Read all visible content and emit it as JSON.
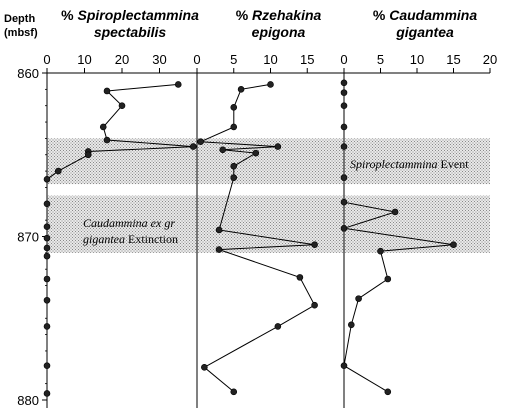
{
  "chart_data": {
    "type": "scatter",
    "y_axis": {
      "label_line1": "Depth",
      "label_line2": "(mbsf)",
      "ticks": [
        "860",
        "870",
        "880"
      ],
      "range": [
        860,
        880
      ]
    },
    "panels": [
      {
        "title_prefix": "% ",
        "title_italic": "Spiroplectammina",
        "title_line2": "spectabilis",
        "xlim": [
          0,
          40
        ],
        "xticks": [
          "0",
          "10",
          "20",
          "30"
        ],
        "points": [
          {
            "x": 35,
            "y": 860.7
          },
          {
            "x": 16,
            "y": 861.1
          },
          {
            "x": 20,
            "y": 862.0
          },
          {
            "x": 15,
            "y": 863.3
          },
          {
            "x": 16,
            "y": 864.1
          },
          {
            "x": 39,
            "y": 864.5
          },
          {
            "x": 11,
            "y": 864.8
          },
          {
            "x": 11,
            "y": 865.0
          },
          {
            "x": 3,
            "y": 866.0
          },
          {
            "x": 0,
            "y": 866.5
          },
          {
            "x": 0,
            "y": 868.0
          },
          {
            "x": 0,
            "y": 869.4
          },
          {
            "x": 0,
            "y": 870.1
          },
          {
            "x": 0,
            "y": 870.7
          },
          {
            "x": 0,
            "y": 871.2
          },
          {
            "x": 0,
            "y": 872.6
          },
          {
            "x": 0,
            "y": 873.9
          },
          {
            "x": 0,
            "y": 875.5
          },
          {
            "x": 0,
            "y": 877.9
          },
          {
            "x": 0,
            "y": 879.6
          }
        ]
      },
      {
        "title_prefix": "% ",
        "title_italic": "Rzehakina",
        "title_line2": "epigona",
        "xlim": [
          0,
          20
        ],
        "xticks": [
          "0",
          "5",
          "10",
          "15"
        ],
        "points": [
          {
            "x": 10,
            "y": 860.7
          },
          {
            "x": 6,
            "y": 861.0
          },
          {
            "x": 5,
            "y": 862.1
          },
          {
            "x": 5,
            "y": 863.3
          },
          {
            "x": 0.5,
            "y": 864.2
          },
          {
            "x": 11,
            "y": 864.5
          },
          {
            "x": 3.5,
            "y": 864.7
          },
          {
            "x": 8,
            "y": 864.9
          },
          {
            "x": 5,
            "y": 865.7
          },
          {
            "x": 5,
            "y": 866.4
          },
          {
            "x": 3,
            "y": 869.6
          },
          {
            "x": 16,
            "y": 870.5
          },
          {
            "x": 3,
            "y": 870.8
          },
          {
            "x": 14,
            "y": 872.5
          },
          {
            "x": 16,
            "y": 874.2
          },
          {
            "x": 11,
            "y": 875.5
          },
          {
            "x": 1,
            "y": 878.0
          },
          {
            "x": 5,
            "y": 879.5
          }
        ]
      },
      {
        "title_prefix": "% ",
        "title_italic": "Caudammina",
        "title_line2": "gigantea",
        "xlim": [
          0,
          20
        ],
        "xticks": [
          "0",
          "5",
          "10",
          "15",
          "20"
        ],
        "points": [
          {
            "x": 0,
            "y": 860.6
          },
          {
            "x": 0,
            "y": 861.2
          },
          {
            "x": 0,
            "y": 862.0
          },
          {
            "x": 0,
            "y": 863.3
          },
          {
            "x": 0,
            "y": 864.5
          },
          {
            "x": 0,
            "y": 866.4
          },
          {
            "x": 0,
            "y": 867.9
          },
          {
            "x": 7,
            "y": 868.5
          },
          {
            "x": 0,
            "y": 869.5
          },
          {
            "x": 15,
            "y": 870.5
          },
          {
            "x": 5,
            "y": 870.9
          },
          {
            "x": 6,
            "y": 872.6
          },
          {
            "x": 2,
            "y": 873.8
          },
          {
            "x": 1,
            "y": 875.4
          },
          {
            "x": 0,
            "y": 877.9
          },
          {
            "x": 6,
            "y": 879.5
          }
        ]
      }
    ],
    "bands": [
      {
        "y_from": 864.0,
        "y_to": 866.8,
        "label_italic": "Spiroplectammina",
        "label_rest": " Event"
      },
      {
        "y_from": 867.5,
        "y_to": 871.0,
        "label_italic_line1": "Caudammina ex gr",
        "label_italic_line2": "gigantea",
        "label_rest_line2": " Extinction"
      }
    ],
    "colors": {
      "line": "#000000",
      "marker": "#222222",
      "band": "#c8c8c8"
    }
  }
}
